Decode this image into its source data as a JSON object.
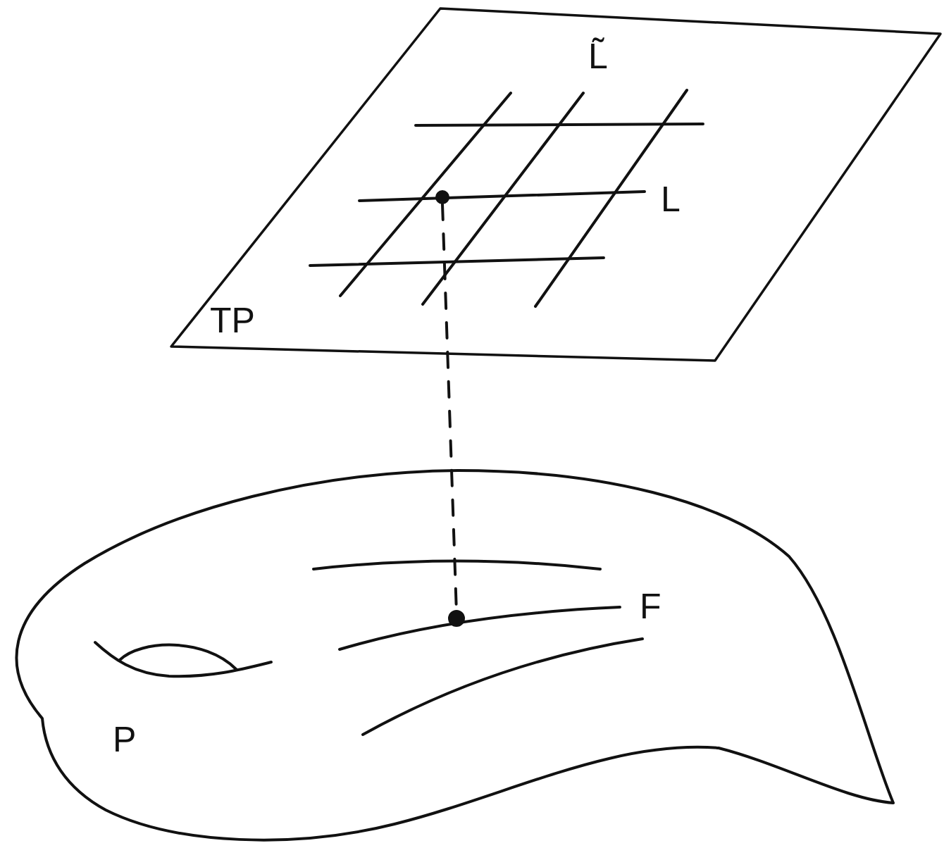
{
  "diagram": {
    "labels": [
      "L̃",
      "L",
      "TP",
      "F",
      "P"
    ]
  }
}
